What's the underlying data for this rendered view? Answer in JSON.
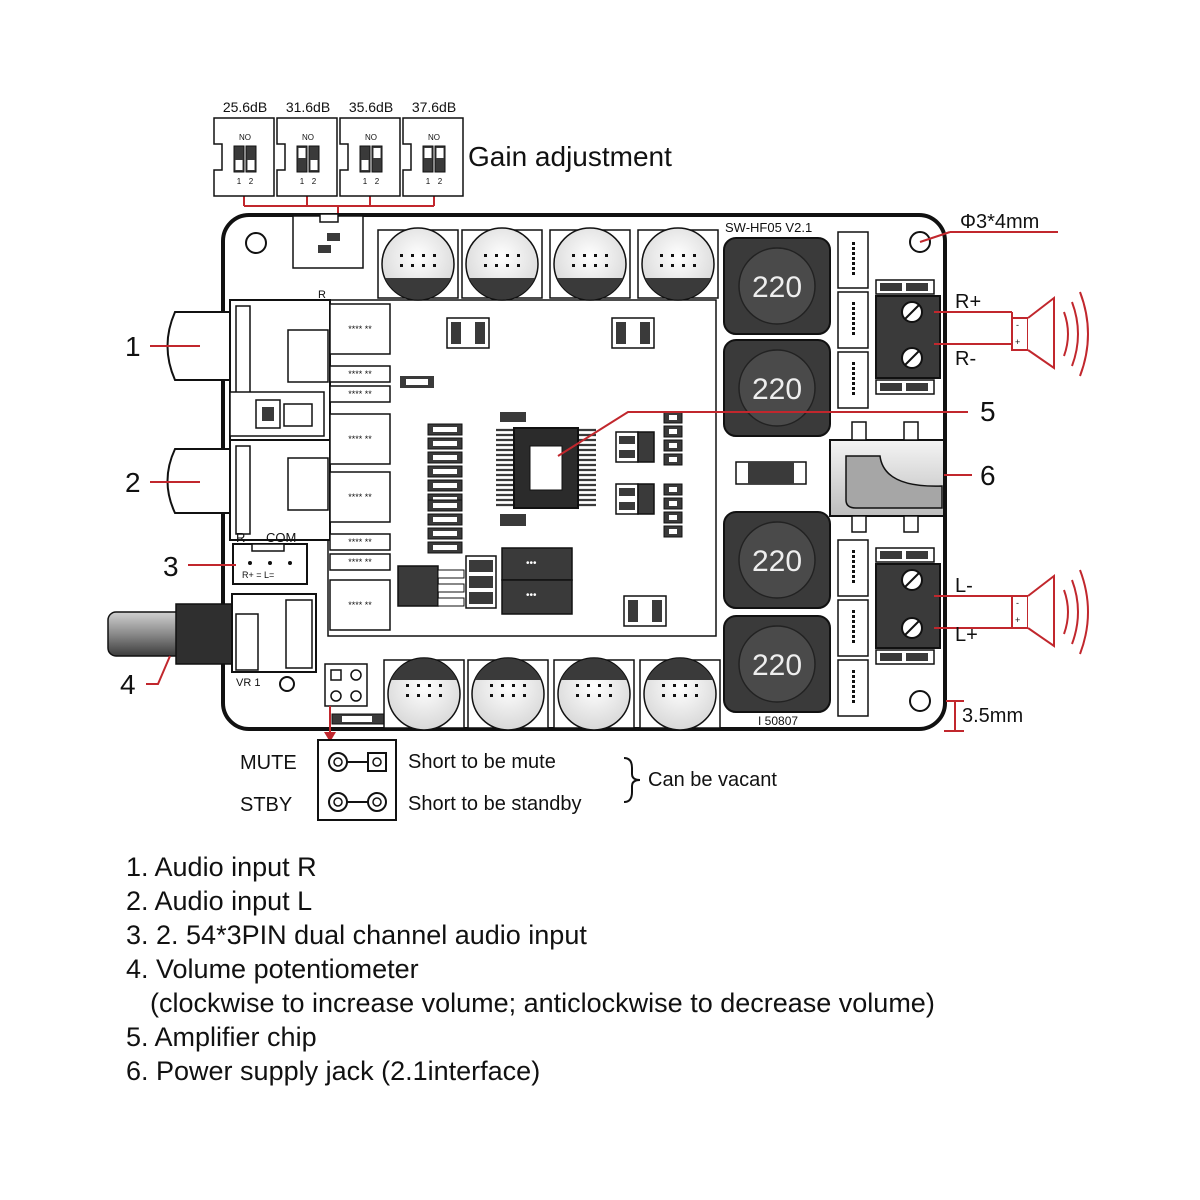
{
  "gain": {
    "title": "Gain adjustment",
    "switch_label": "NO",
    "pin_labels": [
      "1",
      "2"
    ],
    "options": [
      {
        "label": "25.6dB"
      },
      {
        "label": "31.6dB"
      },
      {
        "label": "35.6dB"
      },
      {
        "label": "37.6dB"
      }
    ]
  },
  "board": {
    "model": "SW-HF05 V2.1",
    "serial": "I 50807",
    "r_mark": "R",
    "header": {
      "left": "R",
      "right": "COM",
      "pins": "R+  =  L="
    },
    "pot_label": "VR 1",
    "smd_mark": "**** **",
    "chip_mark": "•••",
    "inductor_value": "220"
  },
  "dimensions": {
    "hole": "Φ3*4mm",
    "margin": "3.5mm"
  },
  "outputs": {
    "r_plus": "R+",
    "r_minus": "R-",
    "l_minus": "L-",
    "l_plus": "L+"
  },
  "speaker_marks": {
    "plus": "+",
    "minus": "-"
  },
  "callouts": [
    "1",
    "2",
    "3",
    "4",
    "5",
    "6"
  ],
  "jumper": {
    "mute_label": "MUTE",
    "stby_label": "STBY",
    "mute_desc": "Short to be mute",
    "stby_desc": "Short to be standby",
    "note": "Can be vacant"
  },
  "legend": [
    "1. Audio input R",
    "2. Audio input L",
    "3. 2. 54*3PIN dual channel audio input",
    "4. Volume  potentiometer",
    "(clockwise to increase volume; anticlockwise to decrease volume)",
    "5. Amplifier chip",
    "6. Power supply jack (2.1interface)"
  ],
  "colors": {
    "line": "#111111",
    "callout": "#c1272d",
    "component": "#3a3a3a",
    "board": "#ffffff"
  }
}
